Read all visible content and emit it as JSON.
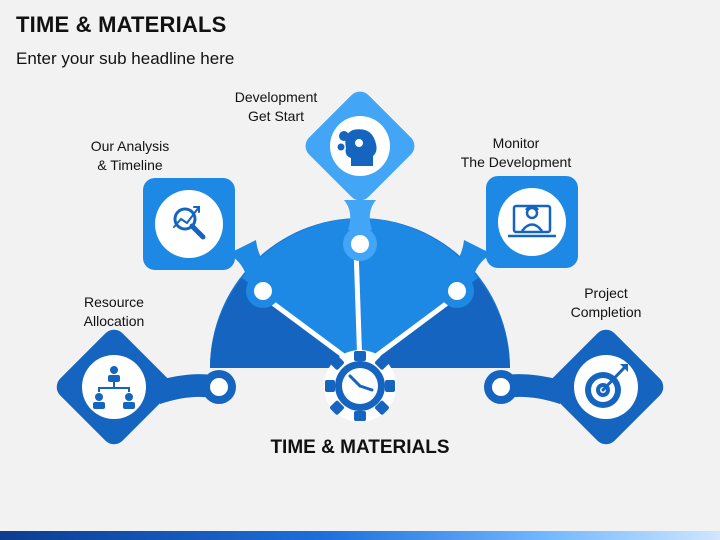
{
  "header": {
    "title": "TIME & MATERIALS",
    "subtitle": "Enter your sub headline here"
  },
  "center": {
    "title": "TIME & MATERIALS"
  },
  "steps": [
    {
      "key": "resource",
      "line1": "Resource",
      "line2": "Allocation",
      "icon": "org-chart-icon"
    },
    {
      "key": "analysis",
      "line1": "Our Analysis",
      "line2": "& Timeline",
      "icon": "magnifier-chart-icon"
    },
    {
      "key": "development",
      "line1": "Development",
      "line2": "Get Start",
      "icon": "head-gears-icon"
    },
    {
      "key": "monitor",
      "line1": "Monitor",
      "line2": "The Development",
      "icon": "monitor-person-icon"
    },
    {
      "key": "project",
      "line1": "Project",
      "line2": "Completion",
      "icon": "target-arrow-icon"
    }
  ],
  "colors": {
    "dark_blue": "#1565c0",
    "mid_blue": "#1e88e5",
    "light_blue": "#42a5f5",
    "background": "#f2f2f2"
  }
}
